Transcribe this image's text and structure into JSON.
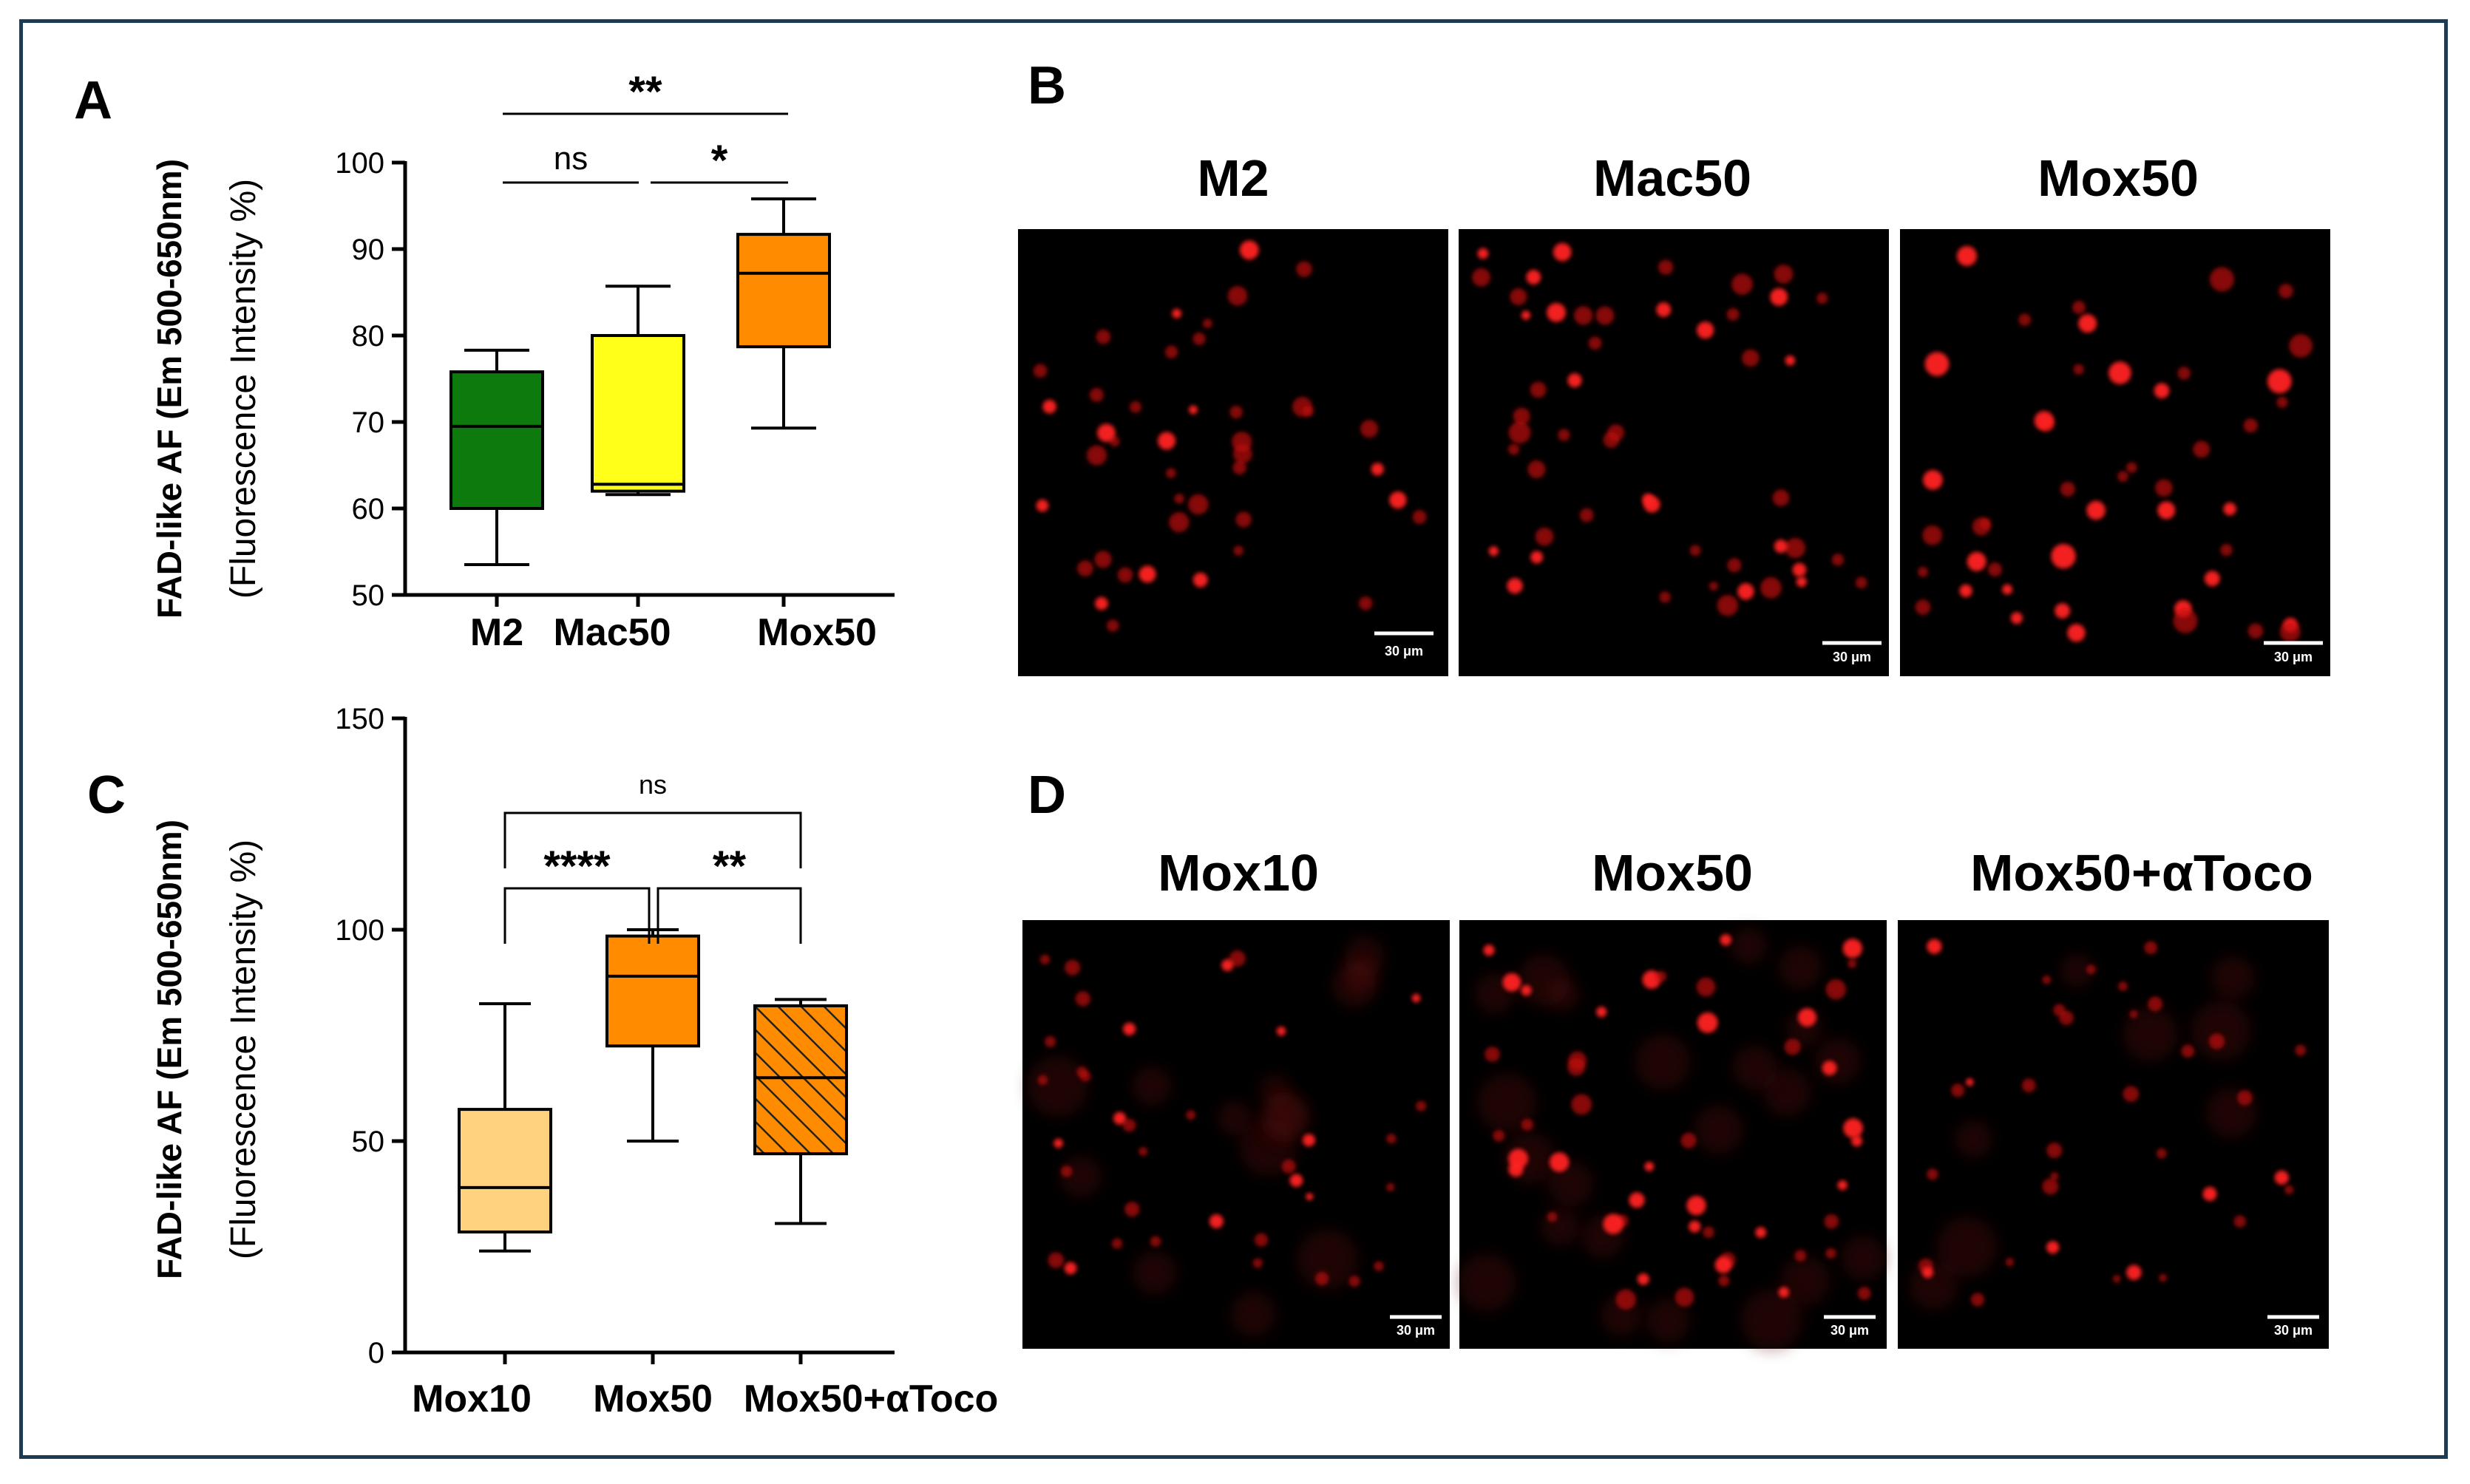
{
  "panels": {
    "A": "A",
    "B": "B",
    "C": "C",
    "D": "D"
  },
  "ylabel_bold": "FAD-like AF (Em 500-650nm)",
  "ylabel_reg": "(Fluorescence Intensity %)",
  "chart_data": [
    {
      "type": "box",
      "panel": "A",
      "categories": [
        "M2",
        "Mac50",
        "Mox50"
      ],
      "ylim": [
        50,
        100
      ],
      "yticks": [
        "50",
        "60",
        "70",
        "80",
        "90",
        "100"
      ],
      "boxes": [
        {
          "min": 53.5,
          "q1": 60,
          "median": 69.5,
          "q3": 75.8,
          "max": 78.3,
          "color": "#0c7a0c",
          "hatch": false
        },
        {
          "min": 61.6,
          "q1": 62,
          "median": 62.8,
          "q3": 80,
          "max": 85.7,
          "color": "#ffff1a",
          "hatch": false
        },
        {
          "min": 69.3,
          "q1": 78.7,
          "median": 87.2,
          "q3": 91.7,
          "max": 95.8,
          "color": "#ff8c00",
          "hatch": false
        }
      ],
      "significance": [
        {
          "from": 0,
          "to": 2,
          "label": "**"
        },
        {
          "from": 0,
          "to": 1,
          "label": "ns"
        },
        {
          "from": 1,
          "to": 2,
          "label": "*"
        }
      ]
    },
    {
      "type": "box",
      "panel": "C",
      "categories": [
        "Mox10",
        "Mox50",
        "Mox50+αToco"
      ],
      "ylim": [
        0,
        150
      ],
      "yticks": [
        "0",
        "50",
        "100",
        "150"
      ],
      "boxes": [
        {
          "min": 24,
          "q1": 28.5,
          "median": 39,
          "q3": 57.5,
          "max": 82.5,
          "color": "#ffd27f",
          "hatch": false
        },
        {
          "min": 50,
          "q1": 72.5,
          "median": 89,
          "q3": 98.5,
          "max": 100,
          "color": "#ff8c00",
          "hatch": false
        },
        {
          "min": 30.5,
          "q1": 47,
          "median": 65,
          "q3": 82,
          "max": 83.5,
          "color": "#ff8c00",
          "hatch": true
        }
      ],
      "significance": [
        {
          "from": 0,
          "to": 2,
          "label": "ns"
        },
        {
          "from": 0,
          "to": 1,
          "label": "****"
        },
        {
          "from": 1,
          "to": 2,
          "label": "**"
        }
      ]
    }
  ],
  "images_B": {
    "titles": [
      "M2",
      "Mac50",
      "Mox50"
    ],
    "scale": "30 μm"
  },
  "images_D": {
    "titles": [
      "Mox10",
      "Mox50",
      "Mox50+αToco"
    ],
    "scale": "30 μm"
  }
}
